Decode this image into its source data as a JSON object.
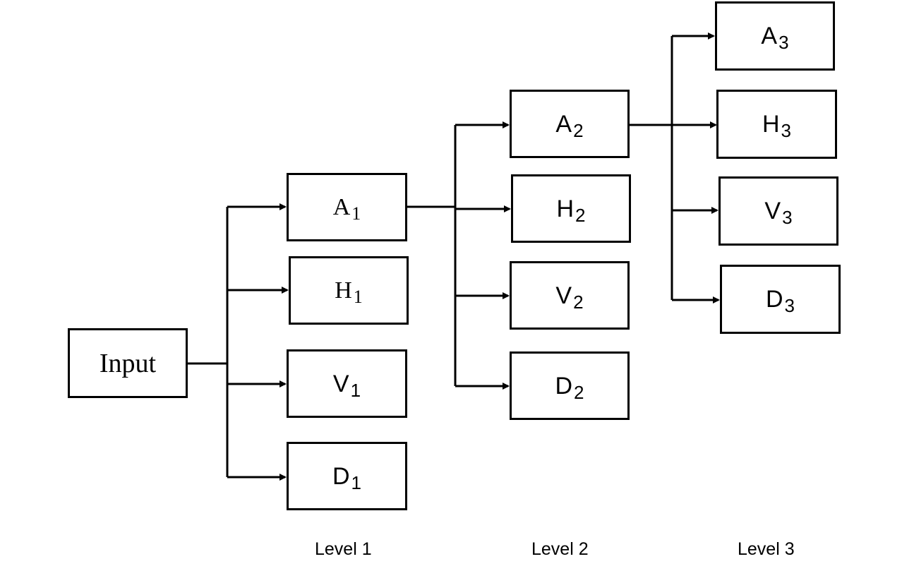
{
  "input": "Input",
  "levels": [
    "Level 1",
    "Level 2",
    "Level 3"
  ],
  "nodes": {
    "level1": [
      {
        "letter": "A",
        "sub": "1"
      },
      {
        "letter": "H",
        "sub": "1"
      },
      {
        "letter": "V",
        "sub": "1"
      },
      {
        "letter": "D",
        "sub": "1"
      }
    ],
    "level2": [
      {
        "letter": "A",
        "sub": "2"
      },
      {
        "letter": "H",
        "sub": "2"
      },
      {
        "letter": "V",
        "sub": "2"
      },
      {
        "letter": "D",
        "sub": "2"
      }
    ],
    "level3": [
      {
        "letter": "A",
        "sub": "3"
      },
      {
        "letter": "H",
        "sub": "3"
      },
      {
        "letter": "V",
        "sub": "3"
      },
      {
        "letter": "D",
        "sub": "3"
      }
    ]
  }
}
